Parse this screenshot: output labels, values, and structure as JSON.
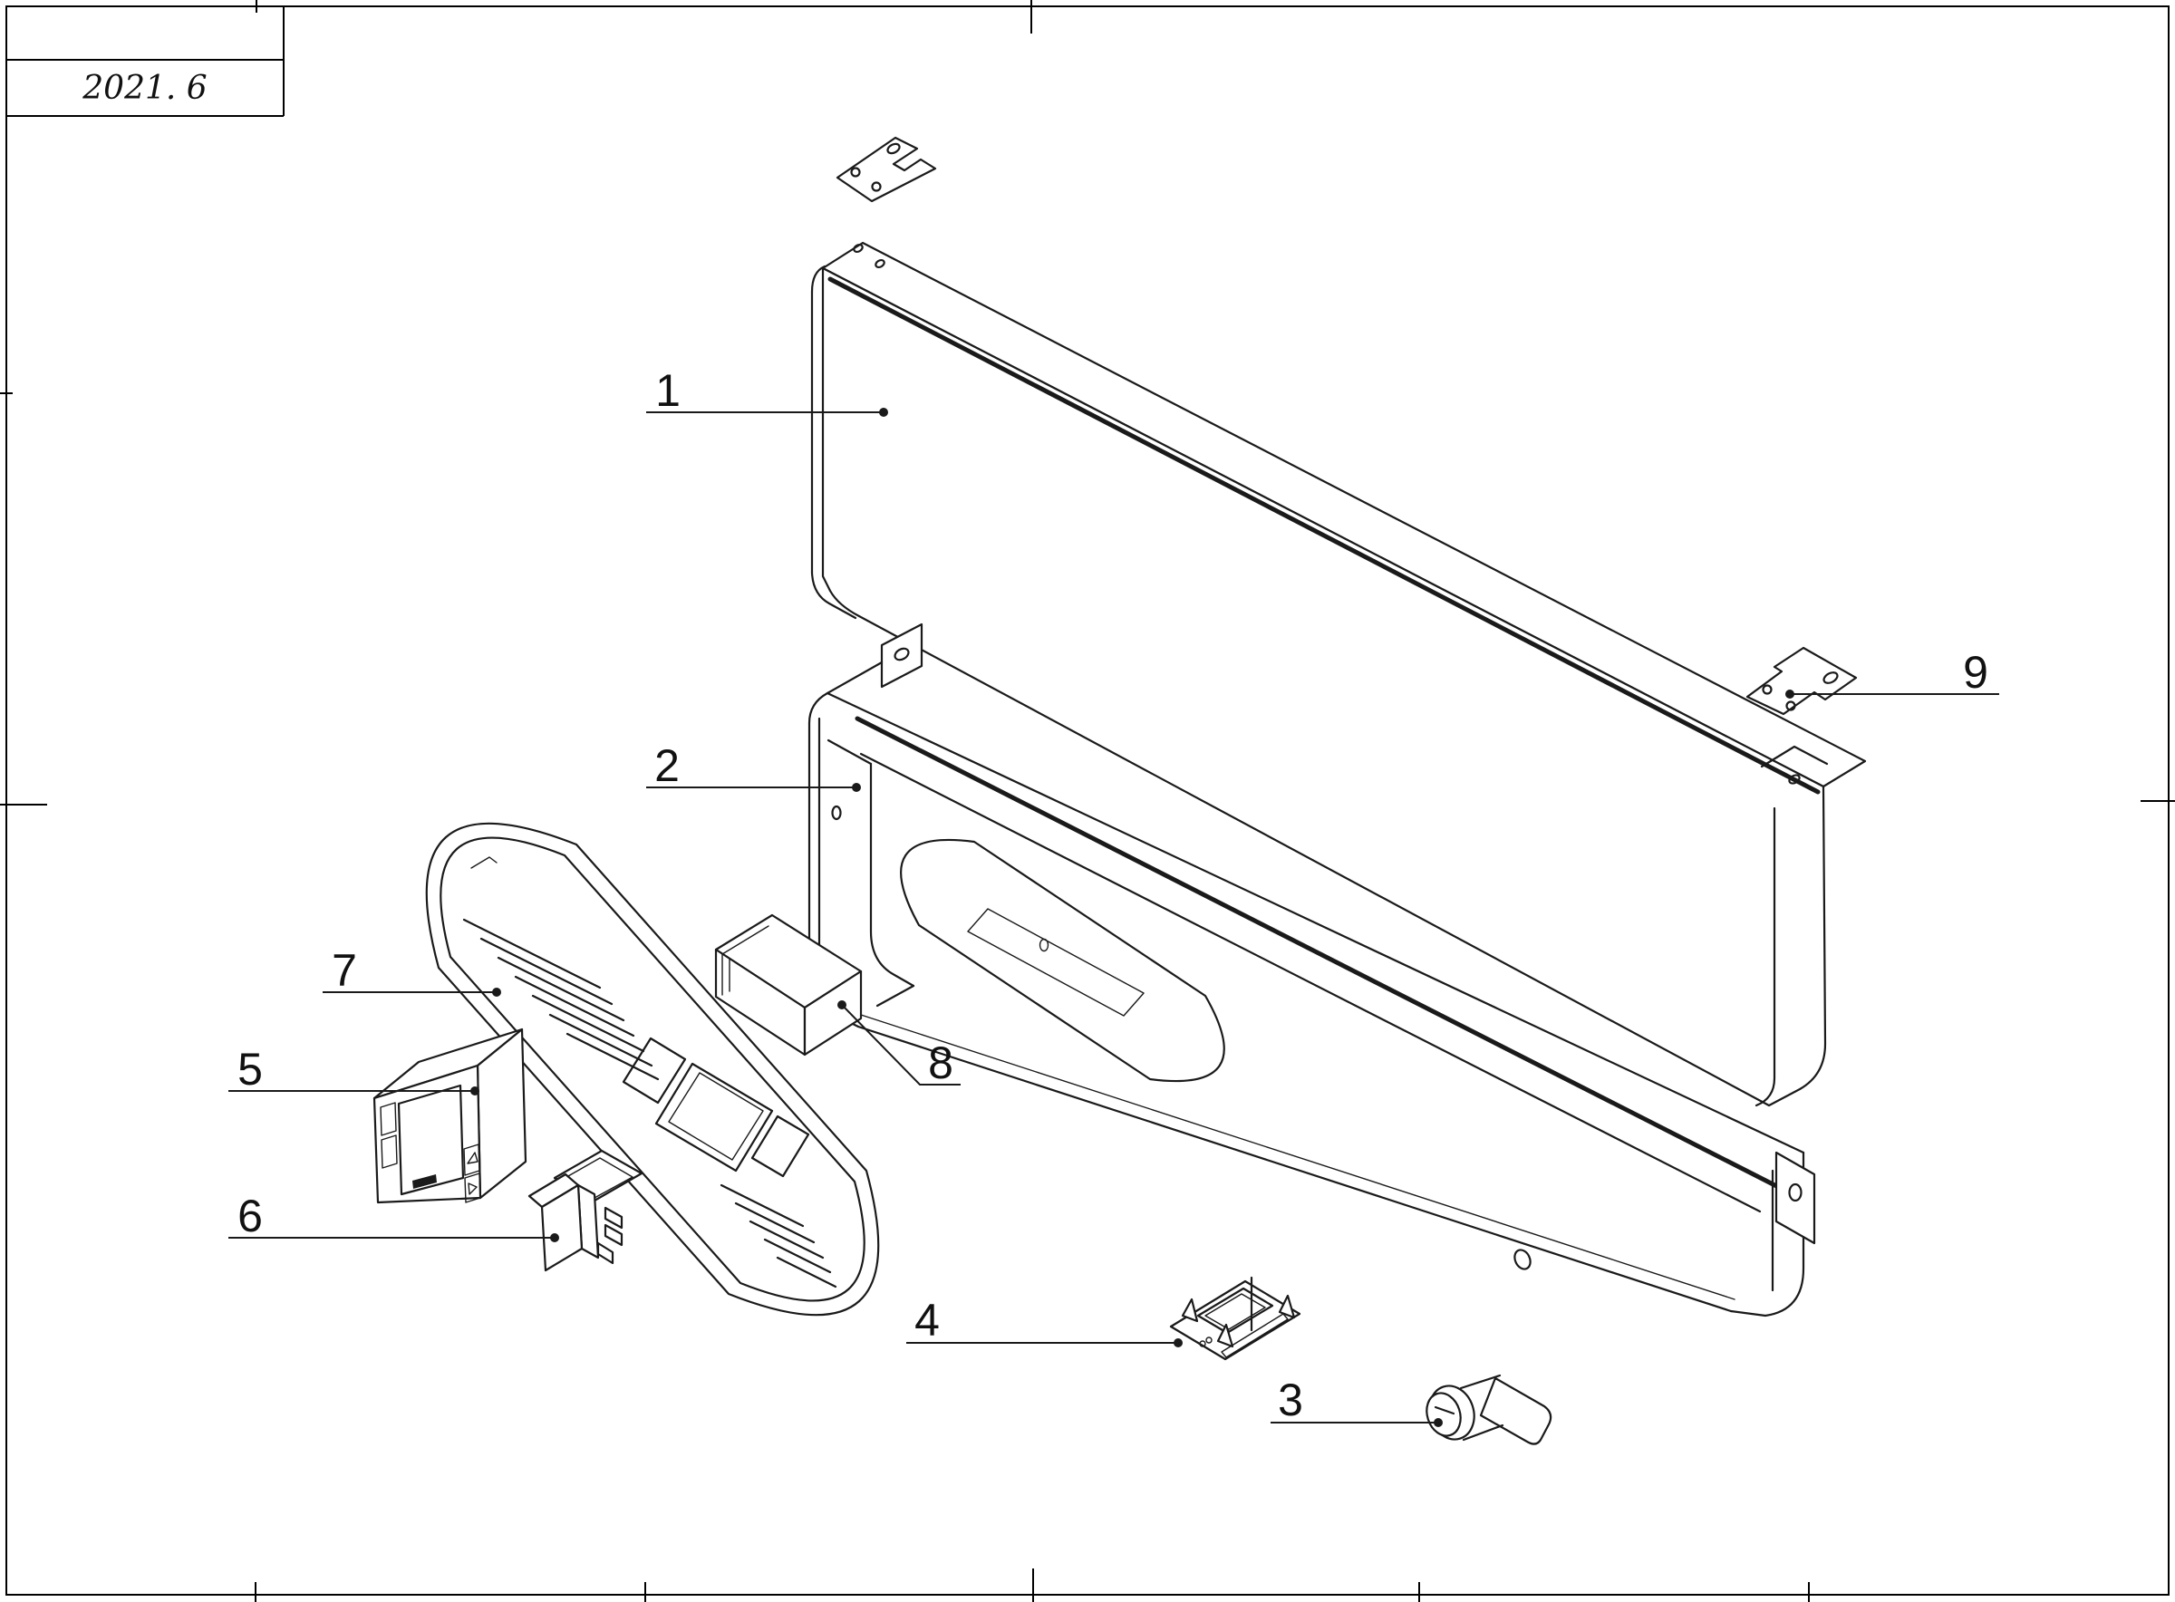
{
  "page": {
    "background": "#ffffff",
    "line_color": "#1a1a1a"
  },
  "title_block": {
    "date": "2021. 6"
  },
  "callouts": [
    {
      "number": "1"
    },
    {
      "number": "2"
    },
    {
      "number": "3"
    },
    {
      "number": "4"
    },
    {
      "number": "5"
    },
    {
      "number": "6"
    },
    {
      "number": "7"
    },
    {
      "number": "8"
    },
    {
      "number": "9"
    }
  ]
}
